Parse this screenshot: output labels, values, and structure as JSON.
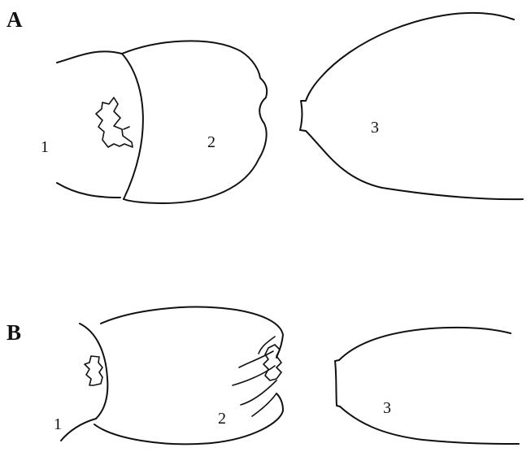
{
  "panels": [
    {
      "label": "A",
      "parts": [
        {
          "label": "1"
        },
        {
          "label": "2"
        },
        {
          "label": "3"
        }
      ]
    },
    {
      "label": "B",
      "parts": [
        {
          "label": "1"
        },
        {
          "label": "2"
        },
        {
          "label": "3"
        }
      ]
    }
  ]
}
